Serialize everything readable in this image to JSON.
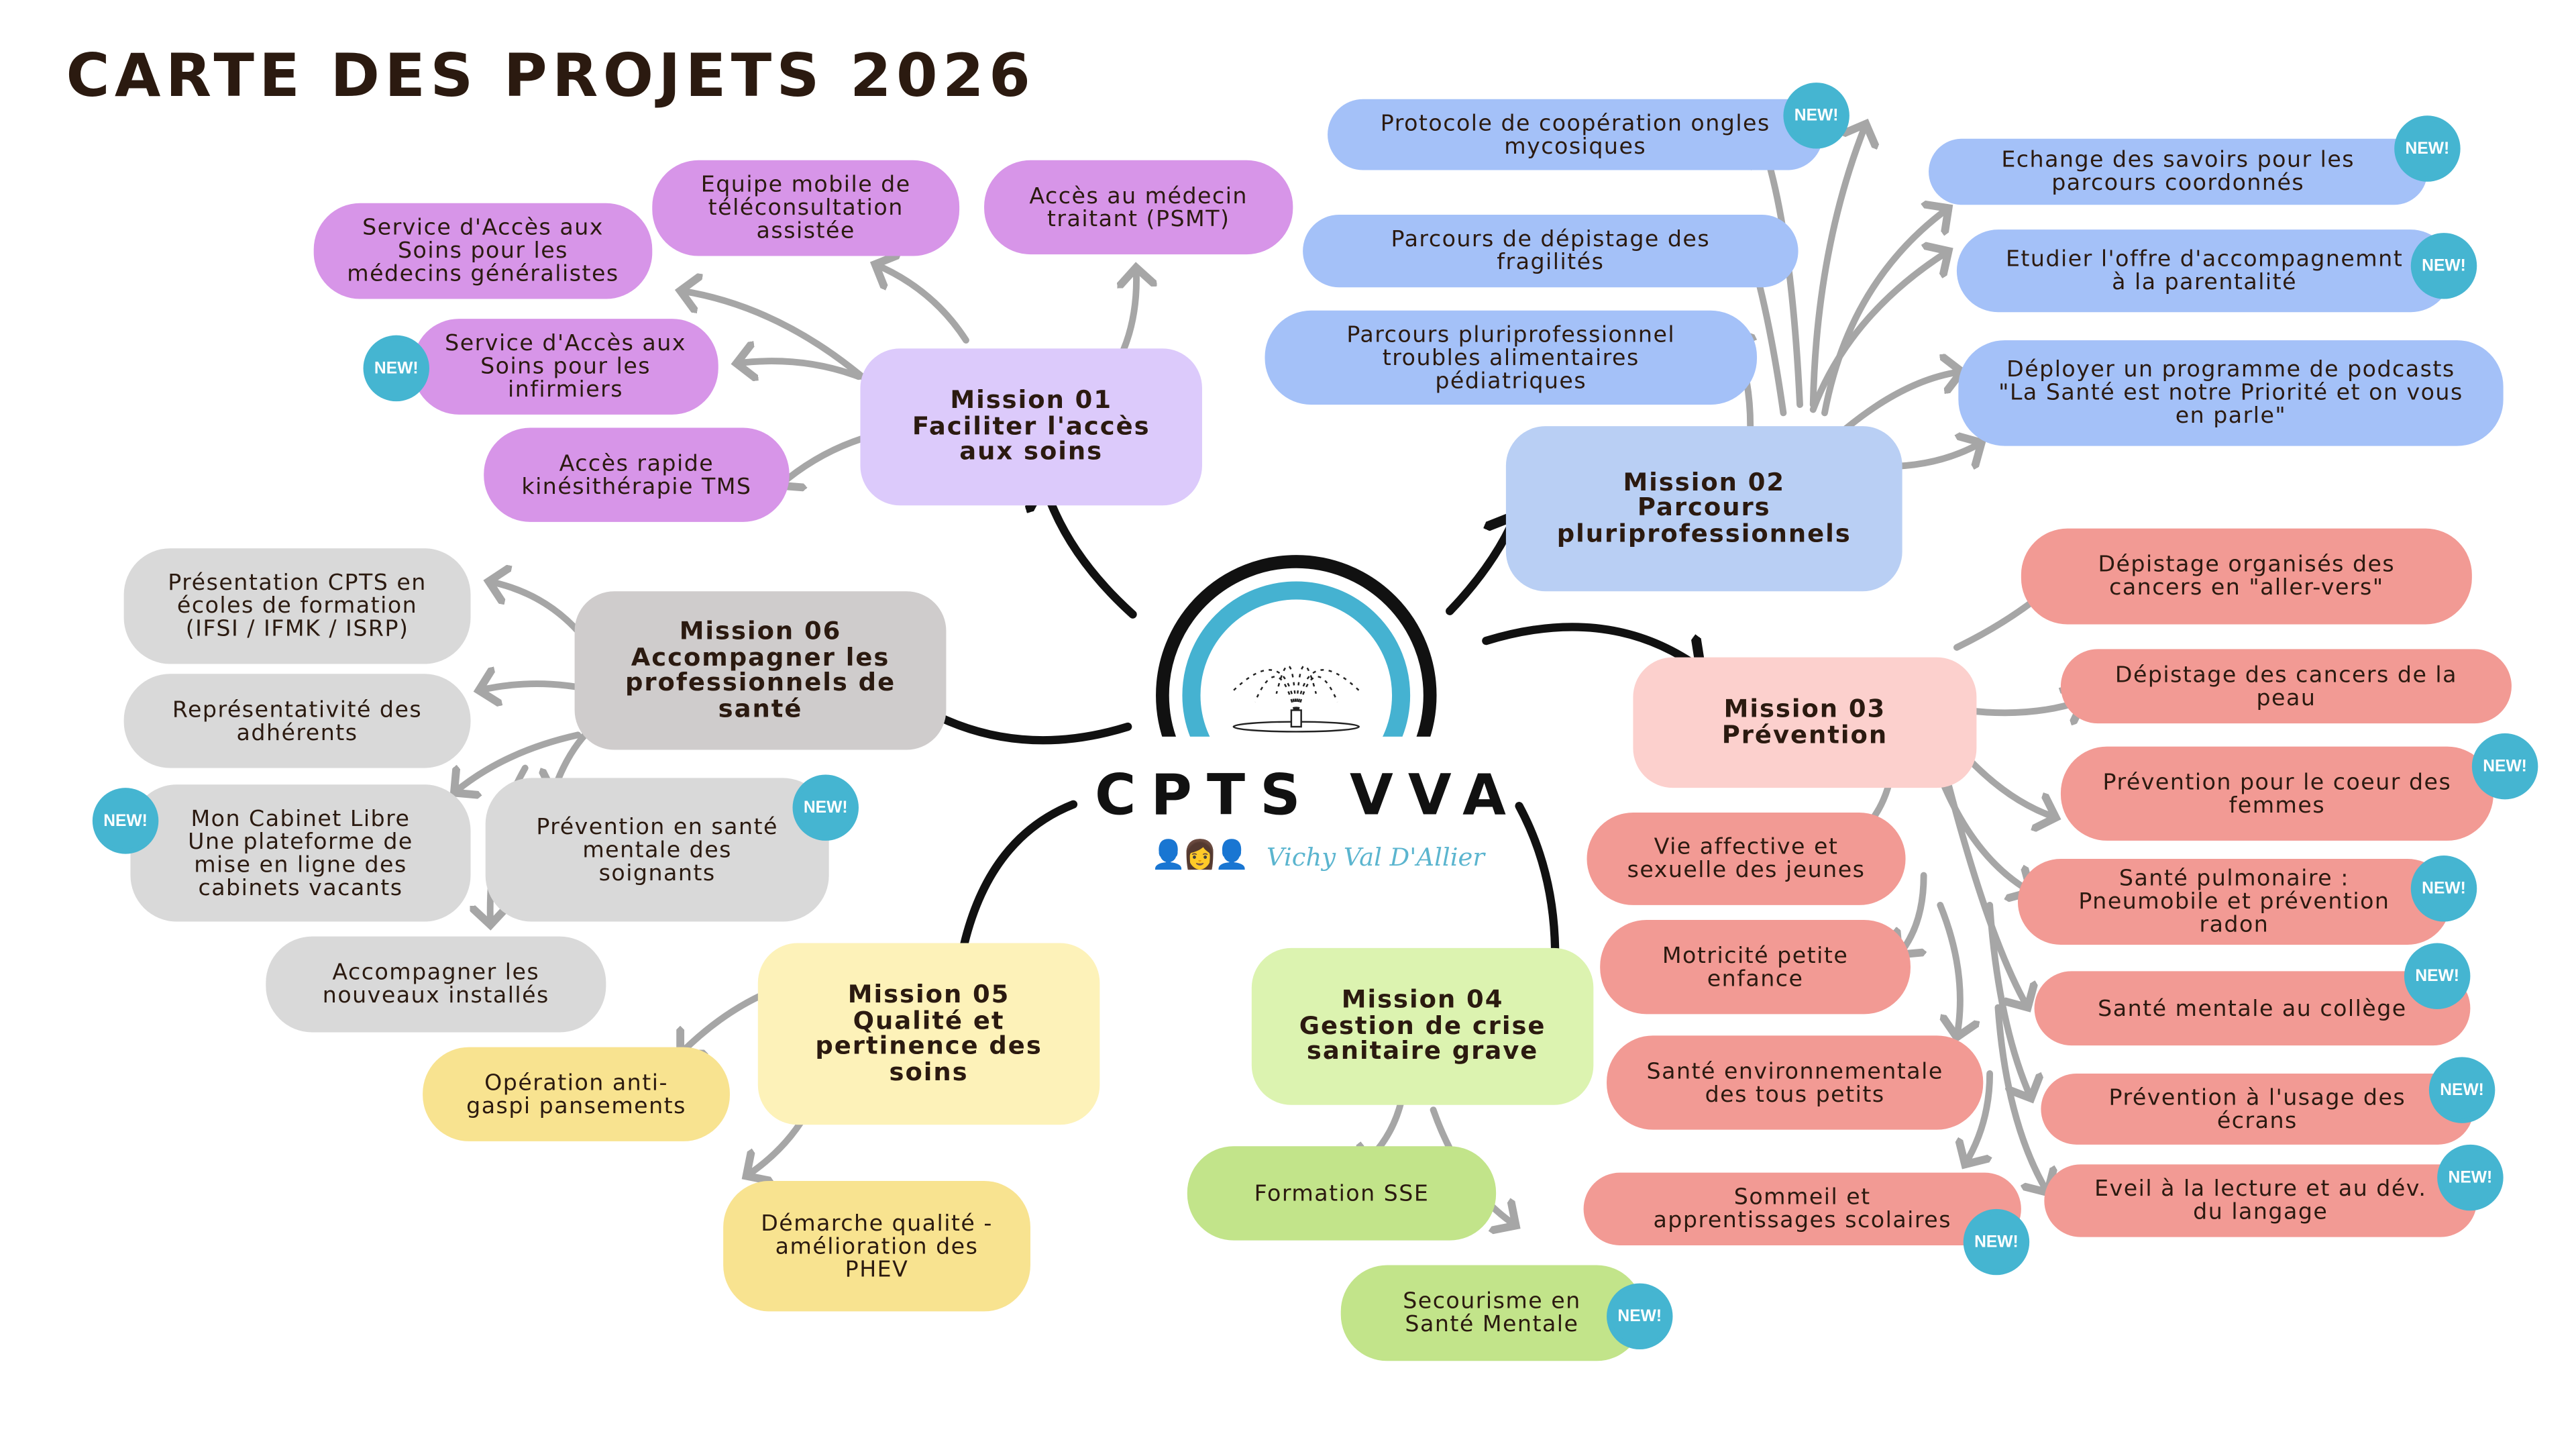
{
  "title": "CARTE DES PROJETS 2026",
  "logo": {
    "name": "CPTS VVA",
    "subtitle": "Vichy Val D'Allier"
  },
  "new_badge": "NEW!",
  "colors": {
    "new_badge": "#45b5d1",
    "arrow_main": "#111111",
    "arrow_sub": "#a6a6a6"
  },
  "missions": {
    "m01": {
      "label": "Mission 01\nFaciliter l'accès\naux soins",
      "items": [
        "Service d'Accès aux\nSoins pour les\nmédecins généralistes",
        "Equipe mobile de\ntéléconsultation\nassistée",
        "Accès au médecin\ntraitant (PSMT)",
        "Service d'Accès aux\nSoins pour les\ninfirmiers",
        "Accès rapide\nkinésithérapie TMS"
      ]
    },
    "m02": {
      "label": "Mission 02\nParcours\npluriprofessionnels",
      "items": [
        "Protocole de coopération ongles\nmycosiques",
        "Parcours de dépistage des\nfragilités",
        "Parcours pluriprofessionnel\ntroubles alimentaires\npédiatriques",
        "Echange des savoirs pour les\nparcours coordonnés",
        "Etudier l'offre d'accompagnemnt\nà la parentalité",
        "Déployer un programme de podcasts\n\"La Santé est notre Priorité et on vous\nen parle\""
      ]
    },
    "m03": {
      "label": "Mission 03\nPrévention",
      "items": [
        "Dépistage organisés des\ncancers en \"aller-vers\"",
        "Dépistage des cancers de la\npeau",
        "Prévention pour le coeur des\nfemmes",
        "Santé pulmonaire :\nPneumobile et prévention\nradon",
        "Santé mentale au collège",
        "Prévention à l'usage des\nécrans",
        "Eveil à la lecture et au dév.\ndu langage",
        "Vie affective et\nsexuelle des jeunes",
        "Motricité petite\nenfance",
        "Santé environnementale\ndes tous petits",
        "Sommeil et\napprentissages scolaires"
      ]
    },
    "m04": {
      "label": "Mission 04\nGestion de crise\nsanitaire grave",
      "items": [
        "Formation SSE",
        "Secourisme en\nSanté Mentale"
      ]
    },
    "m05": {
      "label": "Mission 05\nQualité et\npertinence des\nsoins",
      "items": [
        "Opération anti-\ngaspi pansements",
        "Démarche qualité -\namélioration des\nPHEV"
      ]
    },
    "m06": {
      "label": "Mission 06\nAccompagner les\nprofessionnels de\nsanté",
      "items": [
        "Présentation CPTS en\nécoles de formation\n(IFSI / IFMK / ISRP)",
        "Représentativité des\nadhérents",
        "Mon Cabinet Libre\nUne plateforme de\nmise en ligne des\ncabinets vacants",
        "Prévention en santé\nmentale des\nsoignants",
        "Accompagner les\nnouveaux installés"
      ]
    }
  }
}
